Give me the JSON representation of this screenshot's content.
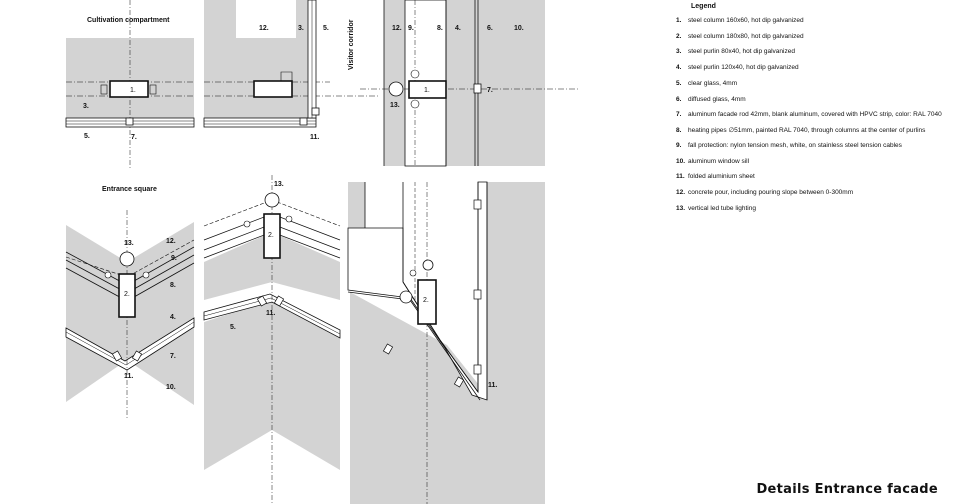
{
  "title": "Details Entrance facade",
  "legend": {
    "heading": "Legend",
    "items": [
      {
        "num": "1.",
        "text": "steel column 160x60, hot dip galvanized"
      },
      {
        "num": "2.",
        "text": "steel column 180x80, hot dip galvanized"
      },
      {
        "num": "3.",
        "text": "steel purlin 80x40, hot dip galvanized"
      },
      {
        "num": "4.",
        "text": "steel purlin 120x40, hot dip galvanized"
      },
      {
        "num": "5.",
        "text": "clear glass, 4mm"
      },
      {
        "num": "6.",
        "text": "diffused glass, 4mm"
      },
      {
        "num": "7.",
        "text": "aluminum facade rod 42mm, blank aluminum, covered with HPVC strip, color: RAL 7040"
      },
      {
        "num": "8.",
        "text": "heating pipes  ∅51mm, painted RAL 7040, through columns at the center of purlins"
      },
      {
        "num": "9.",
        "text": "fall protection: nylon tension mesh, white, on stainless steel tension cables"
      },
      {
        "num": "10.",
        "text": "aluminum window sill"
      },
      {
        "num": "11.",
        "text": "folded aluminium sheet"
      },
      {
        "num": "12.",
        "text": "concrete pour, including pouring slope between 0-300mm"
      },
      {
        "num": "13.",
        "text": "vertical led tube lighting"
      }
    ]
  },
  "labels": {
    "cultivation": "Cultivation compartment",
    "visitor": "Visitor corridor",
    "entrance": "Entrance square",
    "n1": "1.",
    "n2": "2.",
    "n3": "3.",
    "n4": "4.",
    "n5": "5.",
    "n6": "6.",
    "n7": "7.",
    "n8": "8.",
    "n9": "9.",
    "n10": "10.",
    "n11": "11.",
    "n12": "12.",
    "n13": "13."
  },
  "colors": {
    "fill": "#d3d3d3",
    "line": "#111111",
    "background": "#ffffff"
  }
}
